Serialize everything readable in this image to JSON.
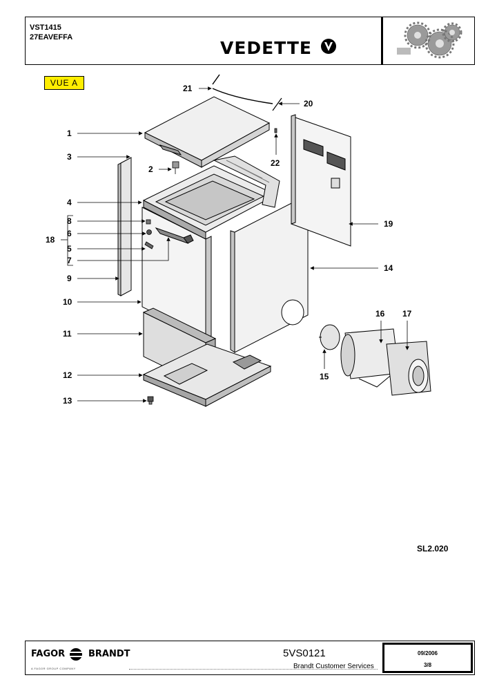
{
  "header": {
    "model_line1": "VST1415",
    "model_line2": "27EAVEFFA",
    "brand": "VEDETTE"
  },
  "view_label": "VUE A",
  "view_label_color": "#ffee00",
  "callouts": {
    "c1": "1",
    "c2": "2",
    "c3": "3",
    "c4": "4",
    "c5": "5",
    "c6": "6",
    "c7": "7",
    "c8": "8",
    "c9": "9",
    "c10": "10",
    "c11": "11",
    "c12": "12",
    "c13": "13",
    "c14": "14",
    "c15": "15",
    "c16": "16",
    "c17": "17",
    "c18": "18",
    "c19": "19",
    "c20": "20",
    "c21": "21",
    "c22": "22"
  },
  "reference_code": "SL2.020",
  "footer": {
    "brand_left": "FAGOR",
    "brand_right": "BRANDT",
    "tagline": "A FAGOR GROUP COMPANY",
    "document_code": "5VS0121",
    "service": "Brandt Customer Services",
    "date": "09/2006",
    "page": "3/8"
  }
}
